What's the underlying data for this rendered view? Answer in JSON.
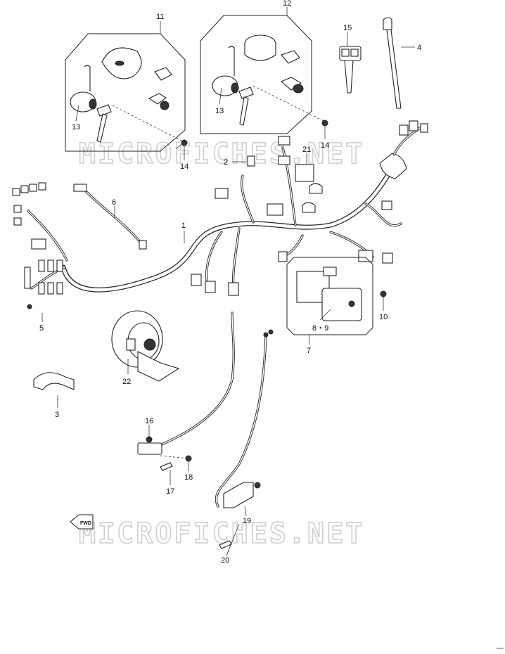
{
  "watermark": {
    "text": "MICROFICHES.NET"
  },
  "fwd_marker": {
    "text": "FWD"
  },
  "callouts": {
    "c1": "1",
    "c2": "2",
    "c3": "3",
    "c4": "4",
    "c5": "5",
    "c6": "6",
    "c7": "7",
    "c89": "8・9",
    "c10": "10",
    "c11": "11",
    "c12": "12",
    "c13a": "13",
    "c13b": "13",
    "c14a": "14",
    "c14b": "14",
    "c15": "15",
    "c16": "16",
    "c17": "17",
    "c18": "18",
    "c19": "19",
    "c20": "20",
    "c21": "21",
    "c22": "22"
  }
}
